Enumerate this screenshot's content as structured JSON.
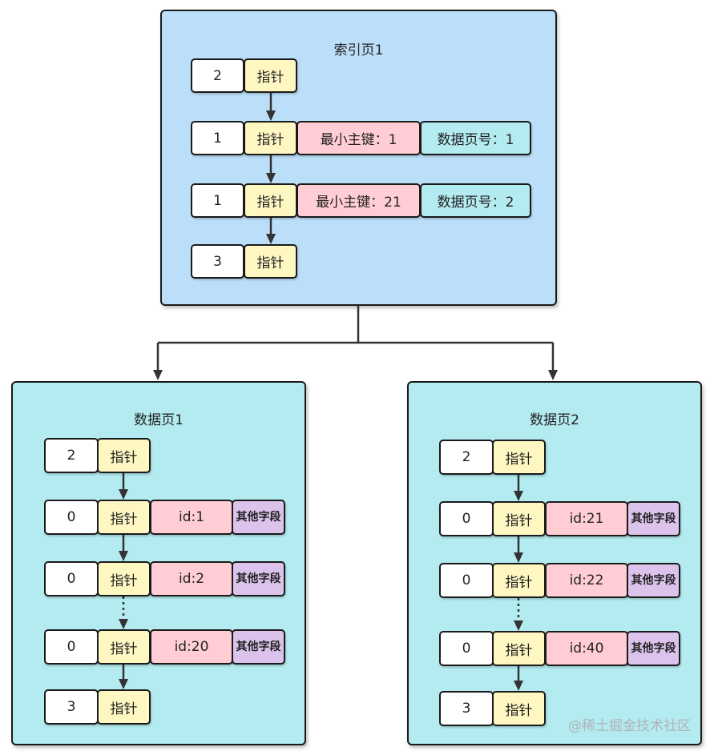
{
  "colors": {
    "index_page_bg": "#bcdff9",
    "data_page_bg": "#b3ebf0",
    "count_cell": "#ffffff",
    "pointer_cell": "#fff7c2",
    "key_cell": "#ffcdd3",
    "page_no_cell": "#b3ebf0",
    "other_fields_cell": "#dcc3ec",
    "line": "#333333"
  },
  "index_page": {
    "title": "索引页1",
    "rows": [
      {
        "count": "2",
        "pointer": "指针"
      },
      {
        "count": "1",
        "pointer": "指针",
        "min_key": "最小主键：1",
        "page_no": "数据页号：1"
      },
      {
        "count": "1",
        "pointer": "指针",
        "min_key": "最小主键：21",
        "page_no": "数据页号：2"
      },
      {
        "count": "3",
        "pointer": "指针"
      }
    ]
  },
  "data_pages": [
    {
      "title": "数据页1",
      "rows": [
        {
          "count": "2",
          "pointer": "指针"
        },
        {
          "count": "0",
          "pointer": "指针",
          "id": "id:1",
          "other": "其他字段"
        },
        {
          "count": "0",
          "pointer": "指针",
          "id": "id:2",
          "other": "其他字段"
        },
        {
          "count": "0",
          "pointer": "指针",
          "id": "id:20",
          "other": "其他字段"
        },
        {
          "count": "3",
          "pointer": "指针"
        }
      ]
    },
    {
      "title": "数据页2",
      "rows": [
        {
          "count": "2",
          "pointer": "指针"
        },
        {
          "count": "0",
          "pointer": "指针",
          "id": "id:21",
          "other": "其他字段"
        },
        {
          "count": "0",
          "pointer": "指针",
          "id": "id:22",
          "other": "其他字段"
        },
        {
          "count": "0",
          "pointer": "指针",
          "id": "id:40",
          "other": "其他字段"
        },
        {
          "count": "3",
          "pointer": "指针"
        }
      ]
    }
  ],
  "watermark": "@稀土掘金技术社区"
}
